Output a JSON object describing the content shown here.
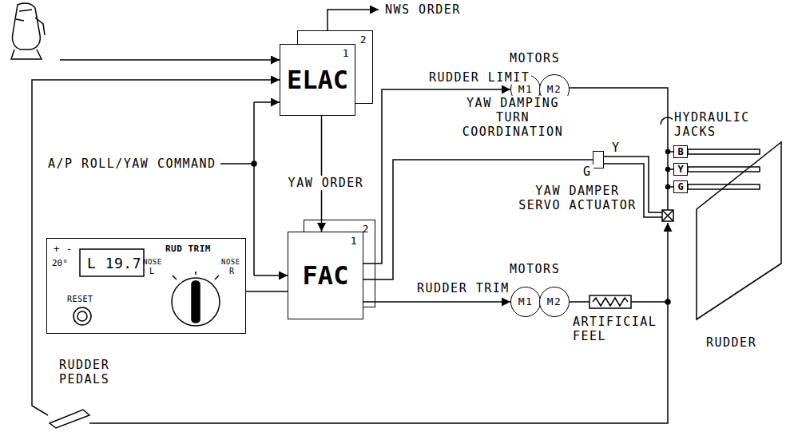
{
  "diagram": {
    "nodes": [
      {
        "text": [
          "2"
        ]
      },
      {
        "text": [
          "ELAC",
          "1"
        ]
      },
      {
        "text": [
          "M1"
        ]
      },
      {
        "text": [
          "M2"
        ]
      },
      {
        "text": [
          "YAW DAMPER SERVO ACTUATOR"
        ]
      },
      {
        "text": [
          "B"
        ]
      },
      {
        "text": [
          "Y"
        ]
      },
      {
        "text": [
          "G"
        ]
      },
      {
        "text": [
          "2"
        ]
      },
      {
        "text": [
          "FAC",
          "1"
        ]
      },
      {
        "text": [
          "RUD TRIM",
          "L 19.7",
          "NOSE",
          "L",
          "NOSE",
          "R",
          "RESET",
          "+",
          "-",
          "20°"
        ]
      },
      {
        "text": [
          "M1"
        ]
      },
      {
        "text": [
          "M2"
        ]
      }
    ],
    "edges": [
      {
        "from": 1,
        "to": 9,
        "label": "YAW ORDER",
        "arrow": "to"
      },
      {
        "from": 9,
        "to": 2,
        "label": "RUDDER LIMIT",
        "arrow": "to"
      },
      {
        "from": 9,
        "to": 4,
        "label": "YAW DAMPING TURN COORDINATION",
        "arrow": "none"
      },
      {
        "from": 9,
        "to": 11,
        "label": "RUDDER TRIM",
        "arrow": "to"
      },
      {
        "from": 10,
        "to": 9,
        "arrow": "none"
      }
    ],
    "labels": [
      "NWS ORDER",
      "MOTORS",
      "A/P ROLL/YAW COMMAND",
      "HYDRAULIC JACKS",
      "G",
      "Y",
      "MOTORS",
      "RUDDER",
      "ARTIFICIAL FEEL",
      "RUDDER PEDALS"
    ]
  }
}
